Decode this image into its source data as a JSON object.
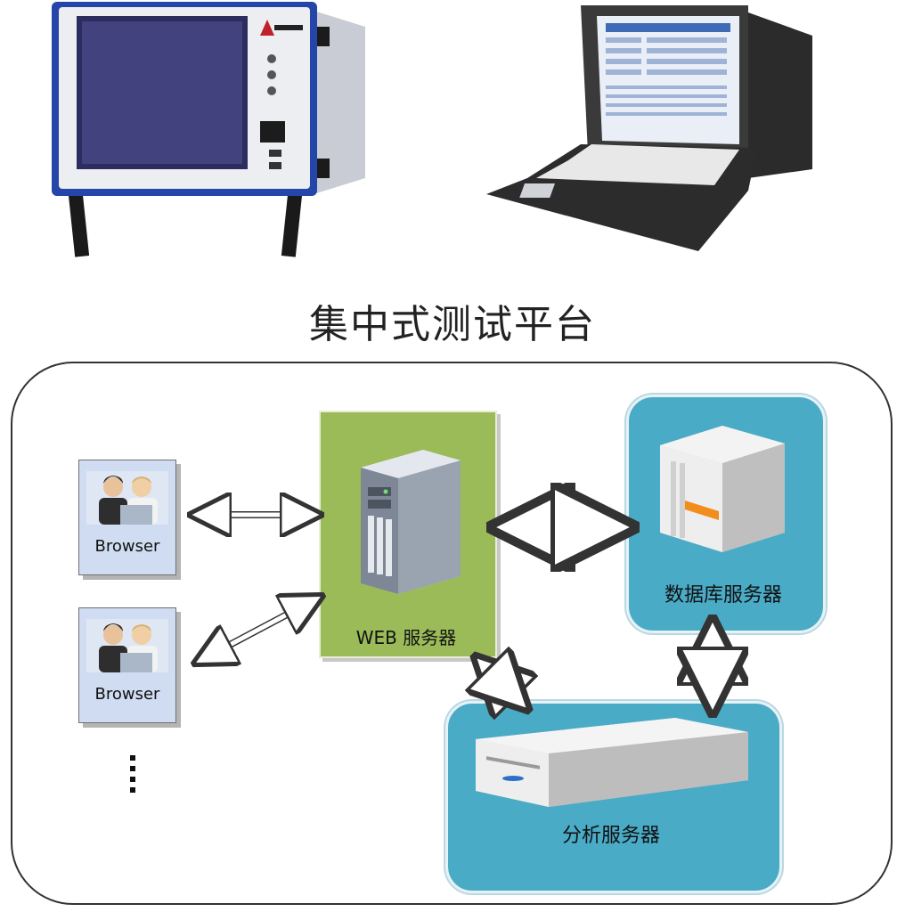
{
  "title": "集中式测试平台",
  "clients": [
    {
      "label": "Browser"
    },
    {
      "label": "Browser"
    }
  ],
  "servers": {
    "web": "WEB 服务器",
    "database": "数据库服务器",
    "analysis": "分析服务器"
  },
  "colors": {
    "web_box": "#9bbb59",
    "server_boxes": "#4aabc7",
    "browser_boxes": "#cfdcf1"
  }
}
